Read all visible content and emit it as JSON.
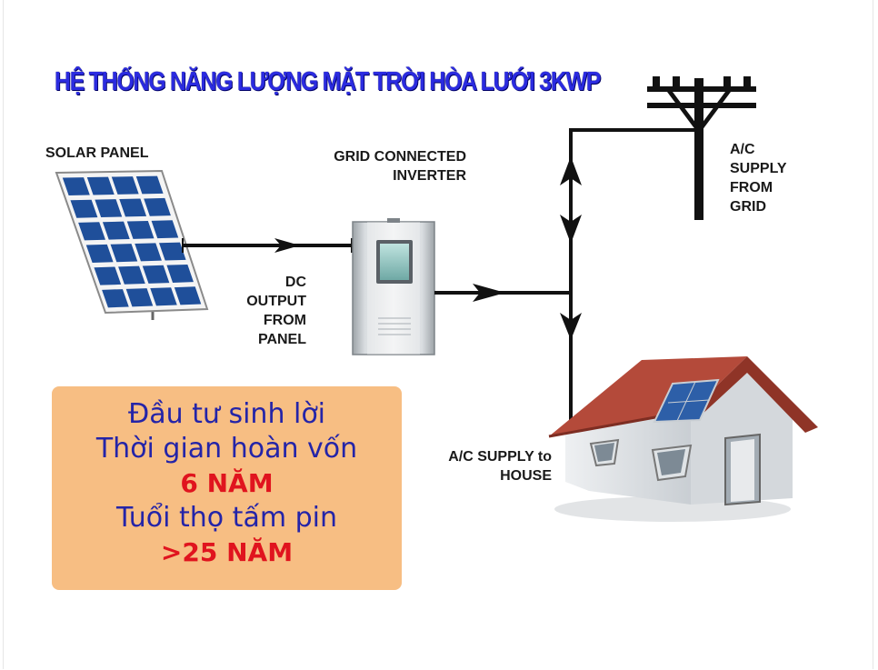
{
  "title": "HỆ THỐNG NĂNG LƯỢNG MẶT TRỜI HÒA LƯỚI 3KWP",
  "labels": {
    "solar_panel": "SOLAR PANEL",
    "inverter_line1": "GRID CONNECTED",
    "inverter_line2": "INVERTER",
    "dc_line1": "DC",
    "dc_line2": "OUTPUT",
    "dc_line3": "FROM",
    "dc_line4": "PANEL",
    "grid_line1": "A/C",
    "grid_line2": "SUPPLY",
    "grid_line3": "FROM",
    "grid_line4": "GRID",
    "house_line1": "A/C SUPPLY to",
    "house_line2": "HOUSE"
  },
  "promo": {
    "line1": "Đầu tư sinh lời",
    "line2": "Thời gian hoàn vốn",
    "line3": "6 NĂM",
    "line4": "Tuổi thọ tấm pin",
    "line5": ">25 NĂM"
  },
  "colors": {
    "title": "#2b2be0",
    "promo_bg": "#f7be83",
    "promo_text": "#2424a8",
    "promo_highlight": "#e0141e",
    "roof": "#b44a3a",
    "panel_cell": "#1f4f9a"
  }
}
